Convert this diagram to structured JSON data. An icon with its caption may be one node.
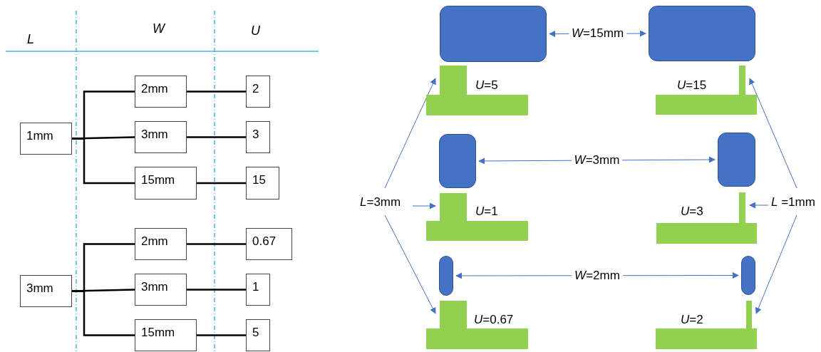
{
  "diagram": {
    "nodes": [
      {
        "text": [
          "1mm"
        ]
      },
      {
        "text": [
          "2mm"
        ]
      },
      {
        "text": [
          "3mm"
        ]
      },
      {
        "text": [
          "15mm"
        ]
      },
      {
        "text": [
          "2"
        ]
      },
      {
        "text": [
          "3"
        ]
      },
      {
        "text": [
          "15"
        ]
      },
      {
        "text": [
          "3mm"
        ]
      },
      {
        "text": [
          "2mm"
        ]
      },
      {
        "text": [
          "3mm"
        ]
      },
      {
        "text": [
          "15mm"
        ]
      },
      {
        "text": [
          "0.67"
        ]
      },
      {
        "text": [
          "1"
        ]
      },
      {
        "text": [
          "5"
        ]
      },
      {
        "text": [],
        "shape": "box"
      },
      {
        "text": [],
        "shape": "box"
      },
      {
        "text": [
          "*U*=5"
        ]
      },
      {
        "text": [
          "*U*=15"
        ]
      },
      {
        "text": [],
        "shape": "box"
      },
      {
        "text": [],
        "shape": "box"
      },
      {
        "text": [
          "*L*=3mm"
        ]
      },
      {
        "text": [
          "*U*=1"
        ]
      },
      {
        "text": [
          "*U*=3"
        ]
      },
      {
        "text": [
          "*L* =1mm"
        ]
      },
      {
        "text": [],
        "shape": "box"
      },
      {
        "text": [],
        "shape": "box"
      },
      {
        "text": [
          "*U*=0.67"
        ]
      },
      {
        "text": [
          "*U*=2"
        ]
      }
    ],
    "edges": [
      {
        "from": 0,
        "to": 1,
        "arrow": "none"
      },
      {
        "from": 0,
        "to": 2,
        "arrow": "none"
      },
      {
        "from": 0,
        "to": 3,
        "arrow": "none"
      },
      {
        "from": 1,
        "to": 4,
        "arrow": "none"
      },
      {
        "from": 2,
        "to": 5,
        "arrow": "none"
      },
      {
        "from": 3,
        "to": 6,
        "arrow": "none"
      },
      {
        "from": 7,
        "to": 8,
        "arrow": "none"
      },
      {
        "from": 7,
        "to": 9,
        "arrow": "none"
      },
      {
        "from": 7,
        "to": 10,
        "arrow": "none"
      },
      {
        "from": 8,
        "to": 11,
        "arrow": "none"
      },
      {
        "from": 9,
        "to": 12,
        "arrow": "none"
      },
      {
        "from": 10,
        "to": 13,
        "arrow": "none"
      },
      {
        "from": 14,
        "to": 15,
        "arrow": "both",
        "label": "*W*=15mm",
        "color": "#4472c4"
      },
      {
        "from": 20,
        "to": 16,
        "arrow": "to",
        "color": "#4472c4"
      },
      {
        "from": 23,
        "to": 17,
        "arrow": "to",
        "color": "#4472c4"
      },
      {
        "from": 18,
        "to": 19,
        "arrow": "both",
        "label": "*W*=3mm",
        "color": "#4472c4"
      },
      {
        "from": 20,
        "to": 21,
        "arrow": "to",
        "color": "#4472c4"
      },
      {
        "from": 23,
        "to": 22,
        "arrow": "to",
        "color": "#4472c4"
      },
      {
        "from": 24,
        "to": 25,
        "arrow": "both",
        "label": "*W*=2mm",
        "color": "#4472c4"
      },
      {
        "from": 20,
        "to": 26,
        "arrow": "to",
        "color": "#4472c4"
      },
      {
        "from": 23,
        "to": 27,
        "arrow": "to",
        "color": "#4472c4"
      }
    ],
    "labels": [
      "L",
      "W",
      "U"
    ]
  }
}
